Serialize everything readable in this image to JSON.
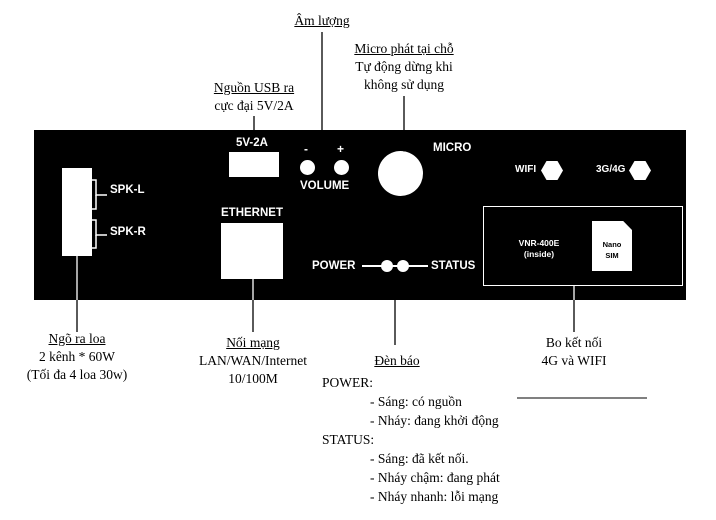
{
  "annotations": {
    "volume": {
      "title": "Âm lượng"
    },
    "micro": {
      "title": "Micro phát tại chỗ",
      "lines": [
        "Tự động dừng khi",
        "không sử dụng"
      ]
    },
    "usb": {
      "title": "Nguồn USB ra",
      "lines": [
        "cực đại 5V/2A"
      ]
    },
    "speaker": {
      "title": "Ngõ ra loa",
      "lines": [
        "2 kênh * 60W",
        "(Tối đa 4 loa 30w)"
      ]
    },
    "network": {
      "title": "Nối mạng",
      "lines": [
        "LAN/WAN/Internet",
        "10/100M"
      ]
    },
    "leds": {
      "title": "Đèn báo",
      "power_label": "POWER:",
      "power_items": [
        "- Sáng: có nguồn",
        "- Nháy: đang khởi động"
      ],
      "status_label": "STATUS:",
      "status_items": [
        "- Sáng: đã kết nối.",
        "- Nháy chậm: đang phát",
        "- Nháy nhanh: lỗi mạng"
      ]
    },
    "module": {
      "title": "Bo kết nối",
      "lines": [
        "4G và WIFI"
      ]
    }
  },
  "panel": {
    "spk_l": "SPK-L",
    "spk_r": "SPK-R",
    "usb_label": "5V-2A",
    "volume_minus": "-",
    "volume_plus": "+",
    "volume_label": "VOLUME",
    "micro_label": "MICRO",
    "ethernet_label": "ETHERNET",
    "power_label": "POWER",
    "status_label": "STATUS",
    "wifi_label": "WIFI",
    "cellular_label": "3G/4G",
    "module_name": "VNR-400E",
    "module_note": "(inside)",
    "sim_line1": "Nano",
    "sim_line2": "SIM"
  }
}
